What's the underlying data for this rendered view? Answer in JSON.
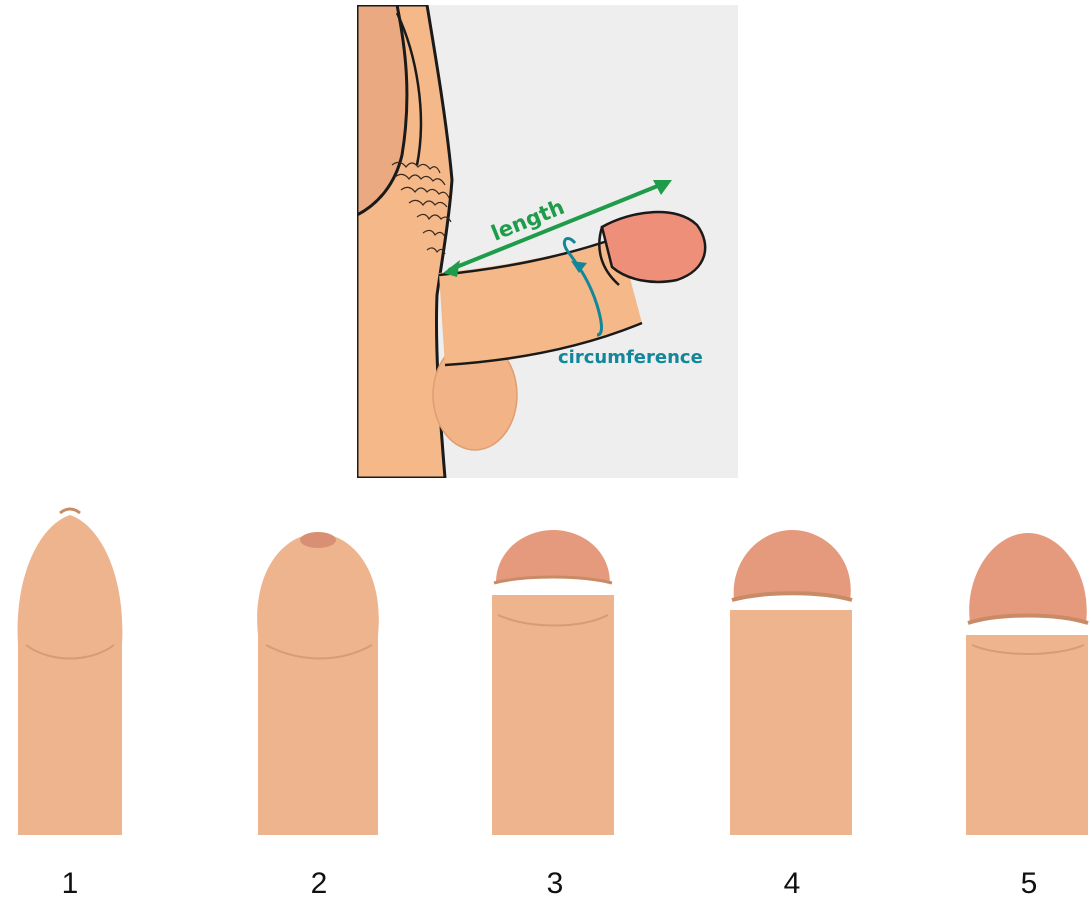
{
  "diagram": {
    "labels": {
      "length": "length",
      "circumference": "circumference"
    },
    "stage_numbers": [
      "1",
      "2",
      "3",
      "4",
      "5"
    ],
    "colors": {
      "skin": "#F5B889",
      "skin_shadow": "#DE9E72",
      "glans": "#EE8F79",
      "length_arrow": "#1E9C4A",
      "circumference_arrow": "#12879A",
      "stage_skin": "#EDB48E",
      "stage_glans": "#E59A7E"
    }
  }
}
